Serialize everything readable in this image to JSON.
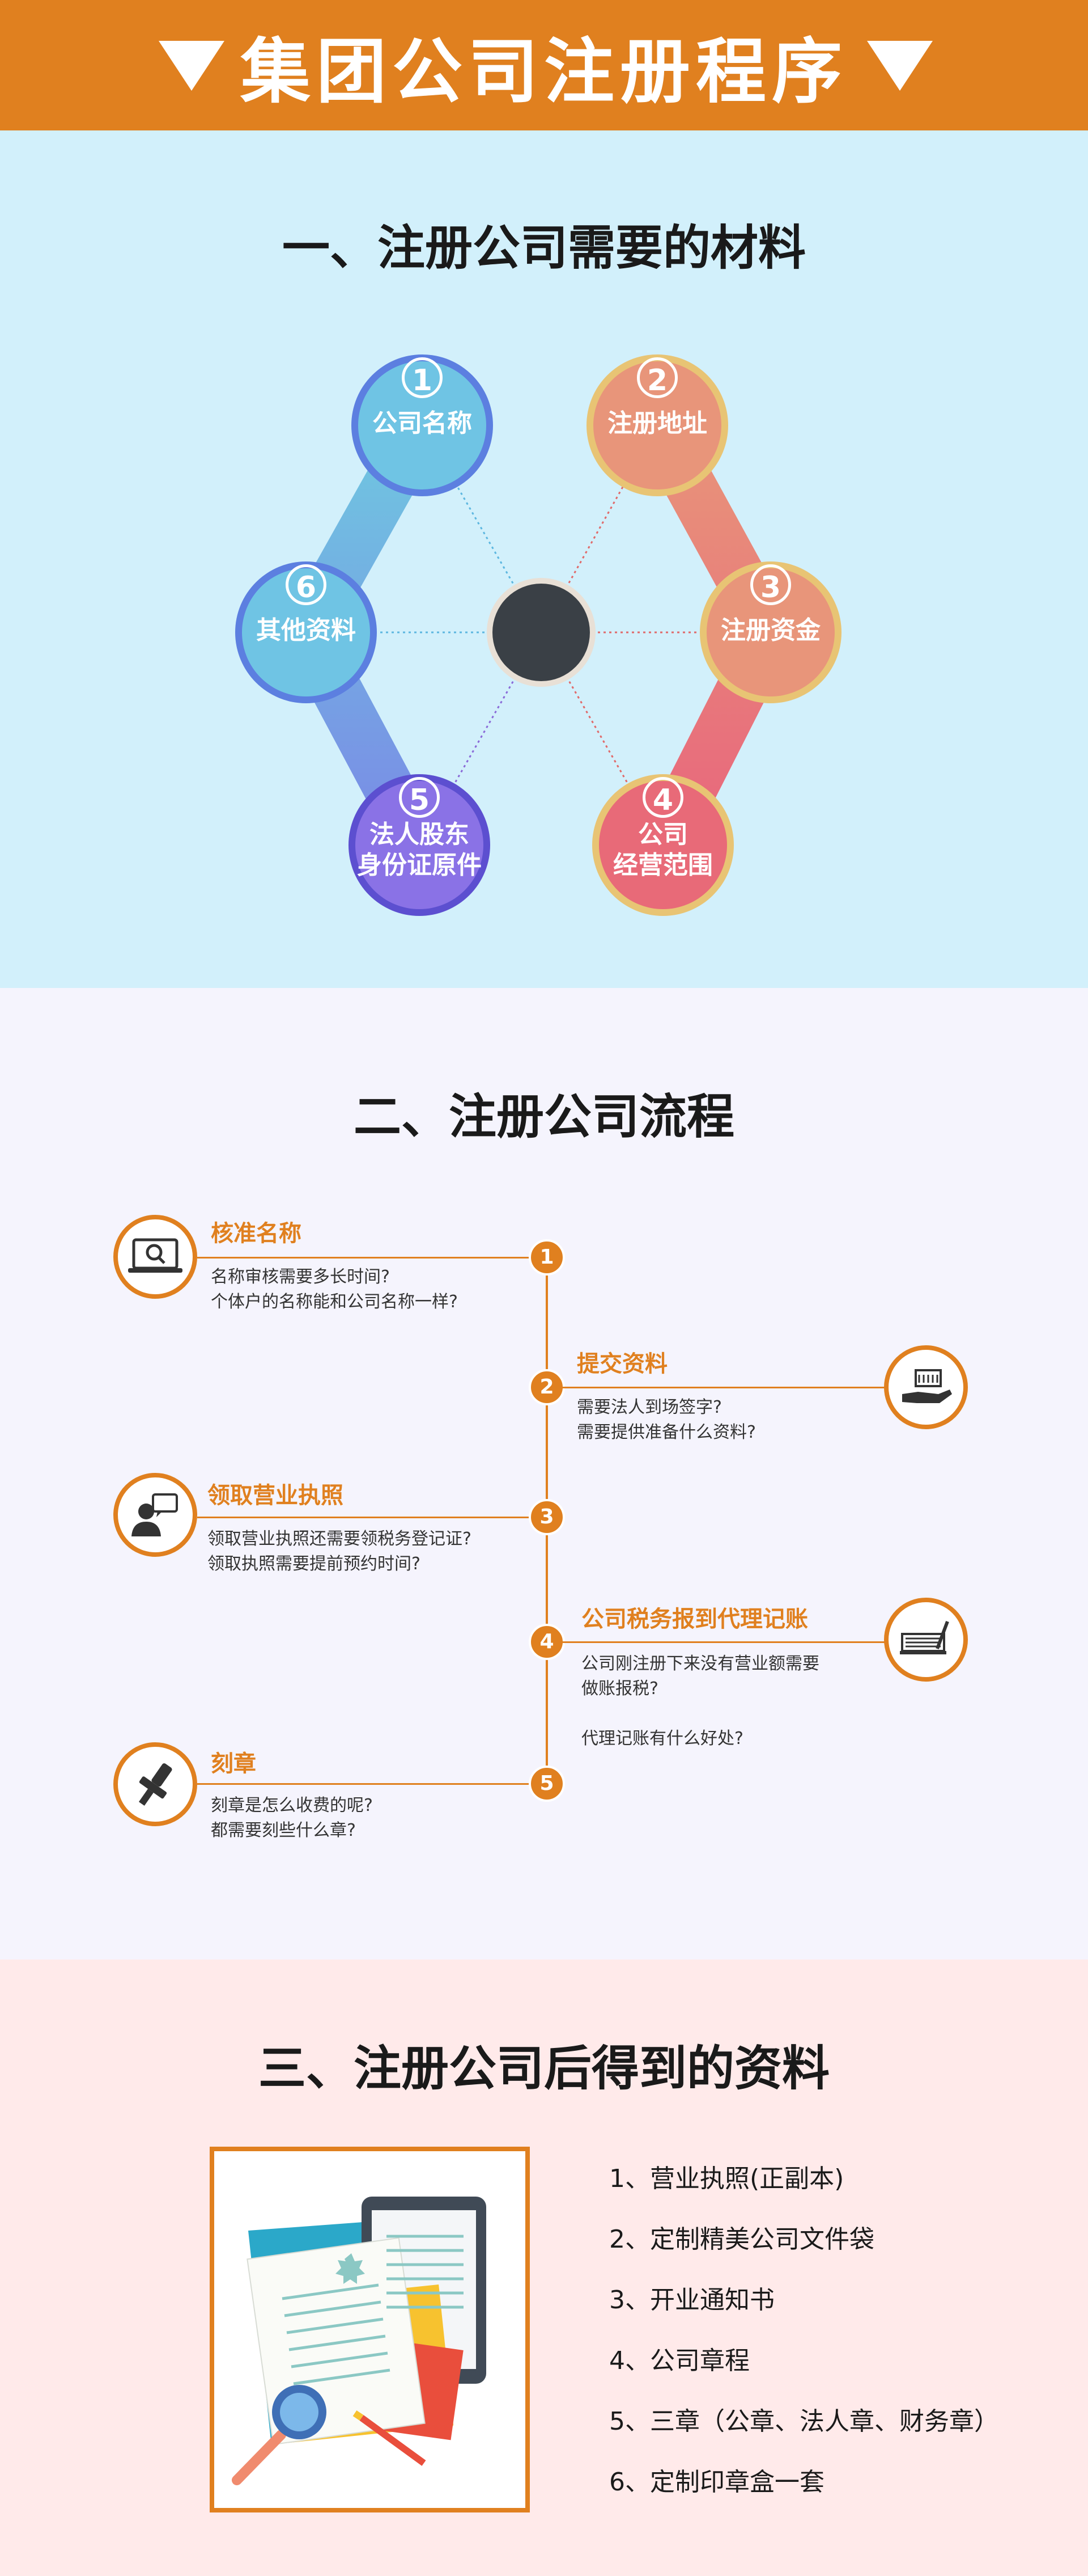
{
  "banner": {
    "title": "集团公司注册程序",
    "left_icon": "triangle-down-icon",
    "right_icon": "triangle-down-icon",
    "color": "#E0801F"
  },
  "section1": {
    "title": "一、注册公司需要的材料",
    "background": "#D2F0FB",
    "materials": [
      {
        "num": "1",
        "label": "公司名称"
      },
      {
        "num": "2",
        "label": "注册地址"
      },
      {
        "num": "3",
        "label": "注册资金"
      },
      {
        "num": "4",
        "label": "公司\n经营范围"
      },
      {
        "num": "5",
        "label": "法人股东\n身份证原件"
      },
      {
        "num": "6",
        "label": "其他资料"
      }
    ]
  },
  "section2": {
    "title": "二、注册公司流程",
    "background": "#F5F4FD",
    "steps": [
      {
        "num": "1",
        "title": "核准名称",
        "desc": [
          "名称审核需要多长时间?",
          "个体户的名称能和公司名称一样?"
        ],
        "icon": "laptop-search-icon"
      },
      {
        "num": "2",
        "title": "提交资料",
        "desc": [
          "需要法人到场签字?",
          "需要提供准备什么资料?"
        ],
        "icon": "hand-document-icon"
      },
      {
        "num": "3",
        "title": "领取营业执照",
        "desc": [
          "领取营业执照还需要领税务登记证?",
          "领取执照需要提前预约时间?"
        ],
        "icon": "person-chat-icon"
      },
      {
        "num": "4",
        "title": "公司税务报到代理记账",
        "desc": [
          "公司刚注册下来没有营业额需要",
          "做账报税?",
          "",
          "代理记账有什么好处?"
        ],
        "icon": "keyboard-pen-icon"
      },
      {
        "num": "5",
        "title": "刻章",
        "desc": [
          "刻章是怎么收费的呢?",
          "都需要刻些什么章?"
        ],
        "icon": "stamp-icon"
      }
    ]
  },
  "section3": {
    "title": "三、注册公司后得到的资料",
    "background": "#FFEAEA",
    "items": [
      "1、营业执照(正副本)",
      "2、定制精美公司文件袋",
      "3、开业通知书",
      "4、公司章程",
      "5、三章（公章、法人章、财务章）",
      "6、定制印章盒一套"
    ],
    "illustration": "documents-illustration-icon"
  }
}
